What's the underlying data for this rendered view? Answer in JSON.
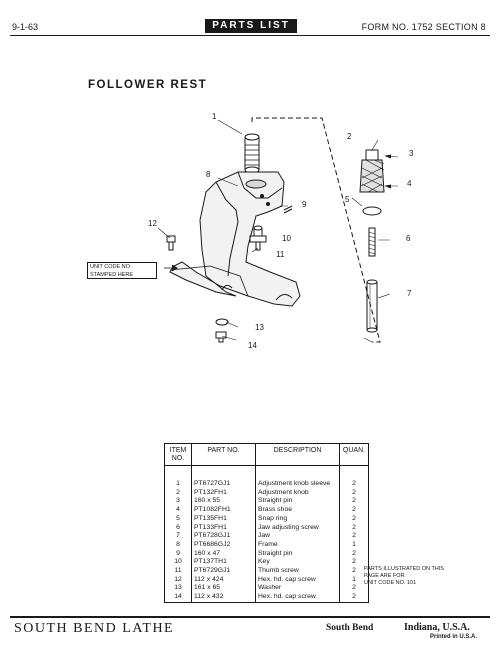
{
  "header": {
    "date": "9-1-63",
    "title": "PARTS LIST",
    "form": "FORM NO. 1752   SECTION 8"
  },
  "section_title": "FOLLOWER REST",
  "diagram": {
    "callouts": [
      "1",
      "2",
      "3",
      "4",
      "5",
      "6",
      "7",
      "8",
      "9",
      "10",
      "11",
      "12",
      "13",
      "14"
    ],
    "unit_code_label_line1": "UNIT CODE NO",
    "unit_code_label_line2": "STAMPED HERE"
  },
  "table": {
    "headers": {
      "item_line1": "ITEM",
      "item_line2": "NO.",
      "part": "PART NO.",
      "desc": "DESCRIPTION",
      "quan": "QUAN."
    },
    "rows": [
      {
        "item": "1",
        "part": "PT6727GJ1",
        "desc": "Adjustment knob sleeve",
        "quan": "2"
      },
      {
        "item": "2",
        "part": "PT132FH1",
        "desc": "Adjustment knob",
        "quan": "2"
      },
      {
        "item": "3",
        "part": "160 x 55",
        "desc": "Straight pin",
        "quan": "2"
      },
      {
        "item": "4",
        "part": "PT1082FH1",
        "desc": "Brass shoe",
        "quan": "2"
      },
      {
        "item": "5",
        "part": "PT135FH1",
        "desc": "Snap ring",
        "quan": "2"
      },
      {
        "item": "6",
        "part": "PT133FH1",
        "desc": "Jaw adjusting screw",
        "quan": "2"
      },
      {
        "item": "7",
        "part": "PT6728GJ1",
        "desc": "Jaw",
        "quan": "2"
      },
      {
        "item": "8",
        "part": "PT6686GJ2",
        "desc": "Frame",
        "quan": "1"
      },
      {
        "item": "9",
        "part": "160 x 47",
        "desc": "Straight pin",
        "quan": "2"
      },
      {
        "item": "10",
        "part": "PT137TH1",
        "desc": "Key",
        "quan": "2"
      },
      {
        "item": "11",
        "part": "PT6729GJ1",
        "desc": "Thumb screw",
        "quan": "2"
      },
      {
        "item": "12",
        "part": "112 x 424",
        "desc": "Hex. hd. cap screw",
        "quan": "1"
      },
      {
        "item": "13",
        "part": "161 x 65",
        "desc": "Washer",
        "quan": "2"
      },
      {
        "item": "14",
        "part": "112 x 432",
        "desc": "Hex. hd. cap screw",
        "quan": "2"
      }
    ]
  },
  "note": {
    "line1": "PARTS ILLUSTRATED ON THIS",
    "line2": "PAGE ARE FOR",
    "line3": "UNIT CODE NO. 101"
  },
  "footer": {
    "brand": "SOUTH BEND LATHE",
    "city": "South Bend",
    "place": "Indiana, U.S.A.",
    "printed": "Printed in U.S.A."
  }
}
